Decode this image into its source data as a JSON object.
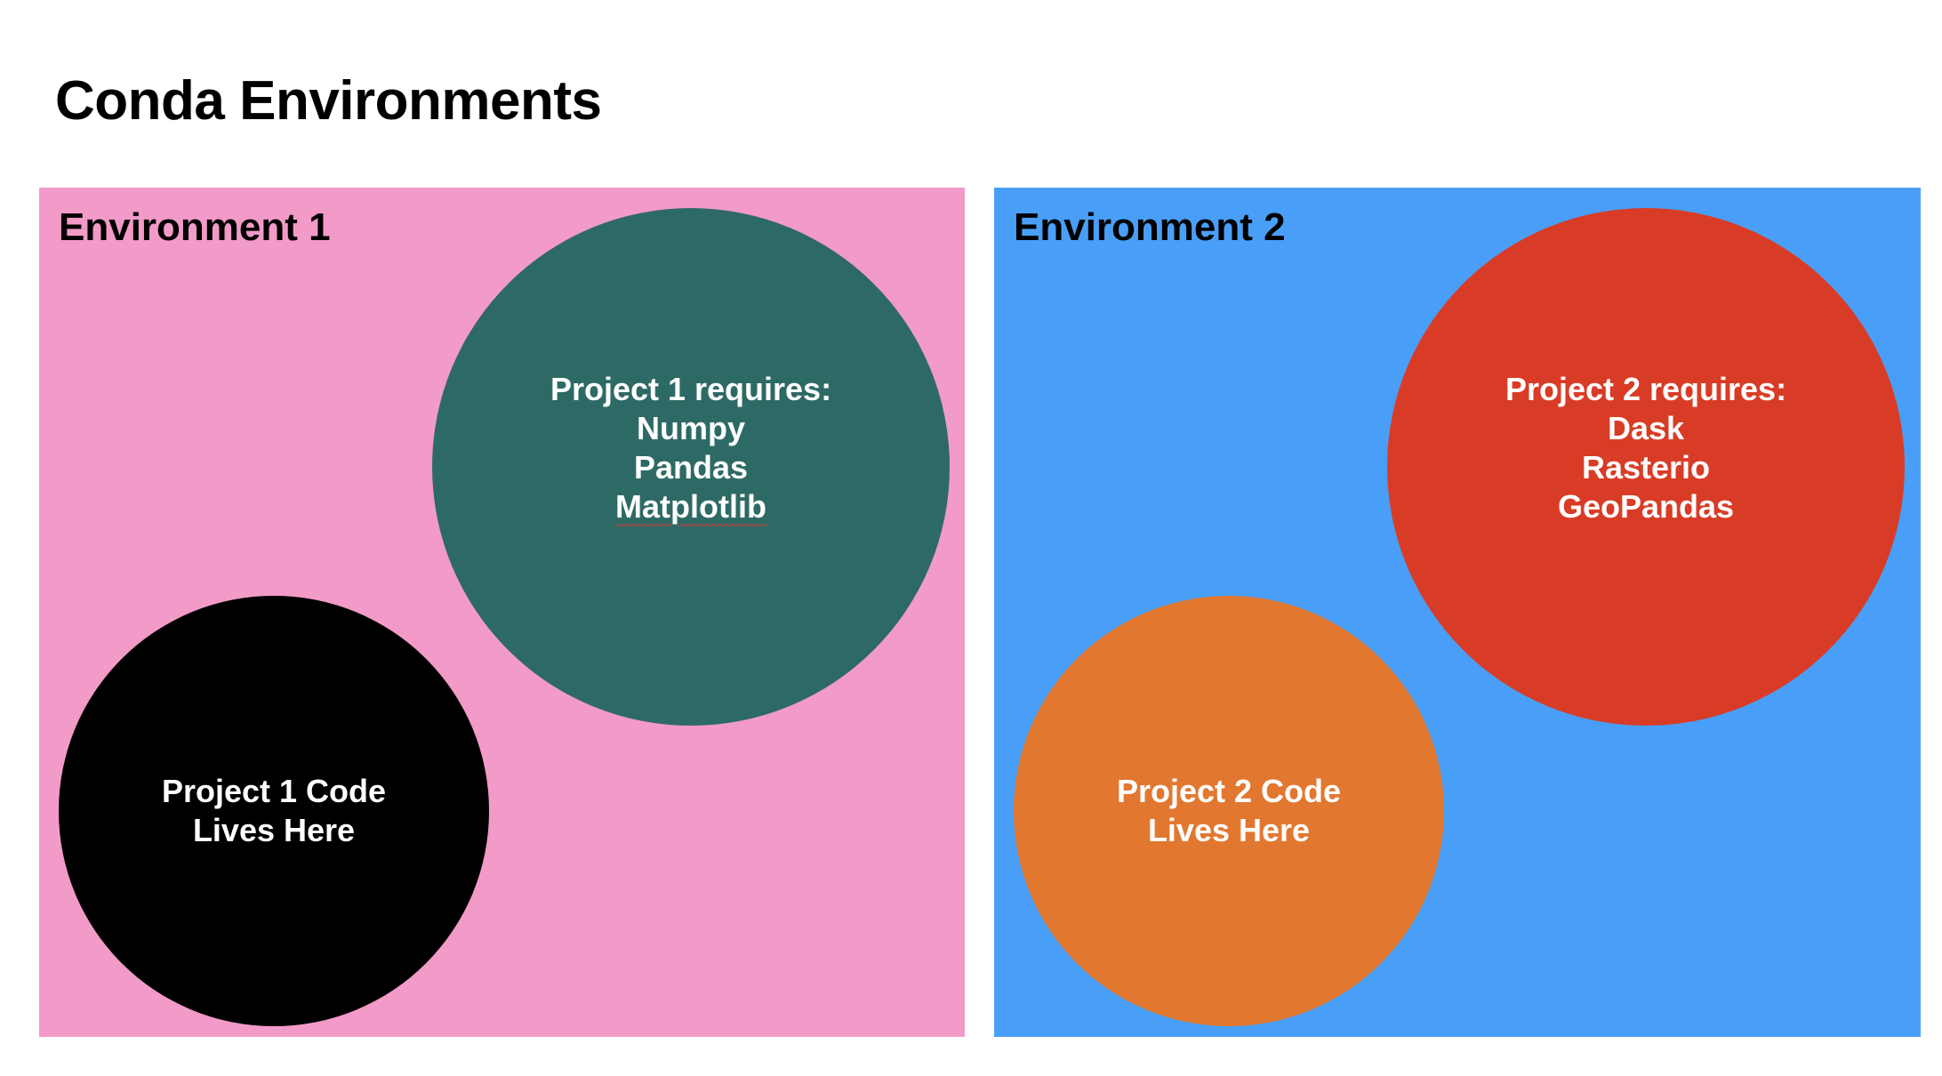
{
  "title": "Conda Environments",
  "colors": {
    "env1_bg": "#f29ac8",
    "env2_bg": "#499ff7",
    "env1_requires_circle": "#2e6a65",
    "env1_code_circle": "#000000",
    "env2_requires_circle": "#d93c26",
    "env2_code_circle": "#e27830"
  },
  "environments": [
    {
      "label": "Environment 1",
      "requires": {
        "heading": "Project 1 requires:",
        "packages": [
          "Numpy",
          "Pandas",
          "Matplotlib"
        ]
      },
      "code": {
        "line1": "Project 1 Code",
        "line2": "Lives Here"
      }
    },
    {
      "label": "Environment 2",
      "requires": {
        "heading": "Project 2 requires:",
        "packages": [
          "Dask",
          "Rasterio",
          "GeoPandas"
        ]
      },
      "code": {
        "line1": "Project 2 Code",
        "line2": "Lives Here"
      }
    }
  ]
}
